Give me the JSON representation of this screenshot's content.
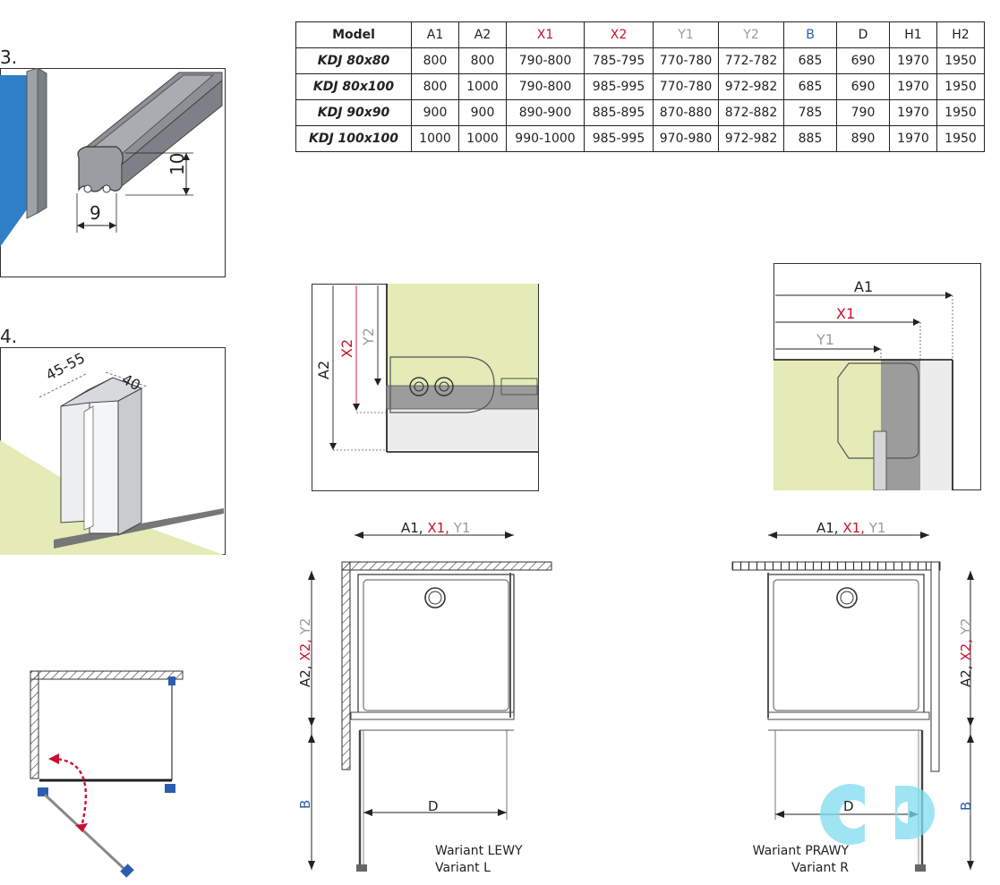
{
  "table": {
    "headers": [
      {
        "text": "Model",
        "color": "#222222"
      },
      {
        "text": "A1",
        "color": "#222222"
      },
      {
        "text": "A2",
        "color": "#222222"
      },
      {
        "text": "X1",
        "color": "#c8102e"
      },
      {
        "text": "X2",
        "color": "#c8102e"
      },
      {
        "text": "Y1",
        "color": "#9a9a9a"
      },
      {
        "text": "Y2",
        "color": "#9a9a9a"
      },
      {
        "text": "B",
        "color": "#2a5db0"
      },
      {
        "text": "D",
        "color": "#222222"
      },
      {
        "text": "H1",
        "color": "#222222"
      },
      {
        "text": "H2",
        "color": "#222222"
      }
    ],
    "rows": [
      [
        "KDJ 80x80",
        "800",
        "800",
        "790-800",
        "785-795",
        "770-780",
        "772-782",
        "685",
        "690",
        "1970",
        "1950"
      ],
      [
        "KDJ 80x100",
        "800",
        "1000",
        "790-800",
        "985-995",
        "770-780",
        "972-982",
        "685",
        "690",
        "1970",
        "1950"
      ],
      [
        "KDJ 90x90",
        "900",
        "900",
        "890-900",
        "885-895",
        "870-880",
        "872-882",
        "785",
        "790",
        "1970",
        "1950"
      ],
      [
        "KDJ 100x100",
        "1000",
        "1000",
        "990-1000",
        "985-995",
        "970-980",
        "972-982",
        "885",
        "890",
        "1970",
        "1950"
      ]
    ]
  },
  "steps": {
    "step3": {
      "number": "3.",
      "dim_height": "10",
      "dim_width": "9"
    },
    "step4": {
      "number": "4.",
      "dim_range": "45-55",
      "dim_depth": "40"
    }
  },
  "detail_left": {
    "a2": "A2",
    "x2": "X2",
    "y2": "Y2"
  },
  "detail_right": {
    "a1": "A1",
    "x1": "X1",
    "y1": "Y1"
  },
  "plan_left": {
    "top_a1": "A1,",
    "top_x1": "X1,",
    "top_y1": "Y1",
    "side_a2": "A2,",
    "side_x2": "X2,",
    "side_y2": "Y2",
    "b": "B",
    "d": "D",
    "variant_line1": "Wariant LEWY",
    "variant_line2": "Variant L"
  },
  "plan_right": {
    "top_a1": "A1,",
    "top_x1": "X1,",
    "top_y1": "Y1",
    "side_a2": "A2,",
    "side_x2": "X2,",
    "side_y2": "Y2",
    "b": "B",
    "d": "D",
    "variant_line1": "Wariant PRAWY",
    "variant_line2": "Variant R"
  },
  "colors": {
    "accent_red": "#c8102e",
    "grey": "#9a9a9a",
    "blue": "#2a5db0",
    "glass_blue": "#2f7fc6",
    "floor_green": "#e4ebb7",
    "logo_cyan": "#7fdcf0"
  }
}
